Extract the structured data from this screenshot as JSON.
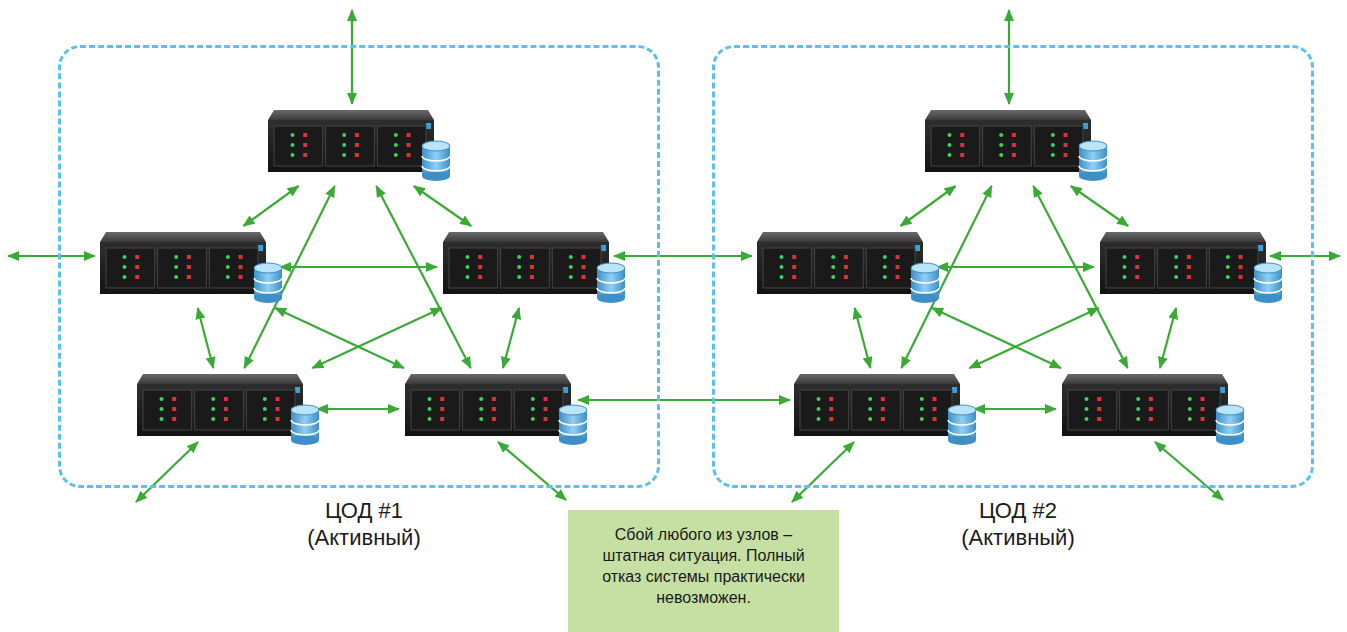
{
  "diagram": {
    "nodes": [
      {
        "text": [
          "ЦОД #1 (Активный)"
        ]
      },
      {
        "text": [
          "ЦОД #2 (Активный)"
        ]
      },
      {
        "text": [
          "Сбой любого из узлов – штатная ситуация. Полный отказ системы практически невозможен."
        ]
      }
    ]
  }
}
